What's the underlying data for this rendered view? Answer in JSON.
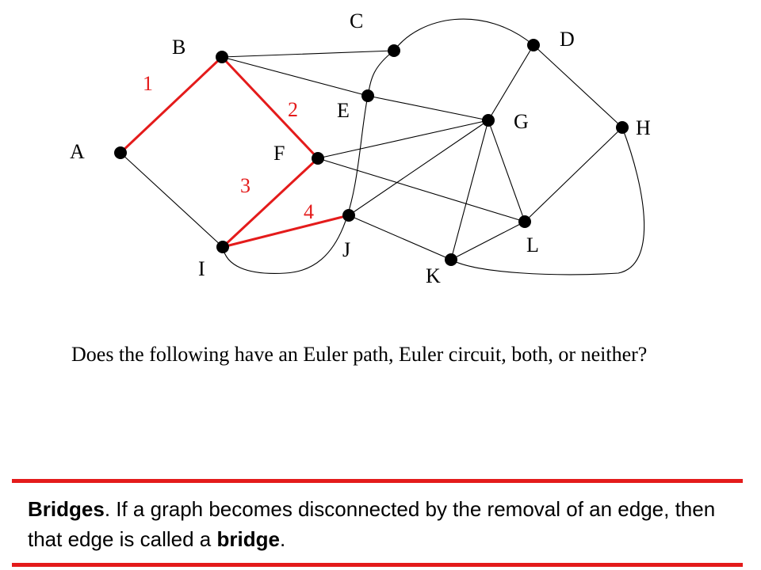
{
  "vertices": [
    {
      "id": "A",
      "label": "A"
    },
    {
      "id": "B",
      "label": "B"
    },
    {
      "id": "C",
      "label": "C"
    },
    {
      "id": "D",
      "label": "D"
    },
    {
      "id": "E",
      "label": "E"
    },
    {
      "id": "F",
      "label": "F"
    },
    {
      "id": "G",
      "label": "G"
    },
    {
      "id": "H",
      "label": "H"
    },
    {
      "id": "I",
      "label": "I"
    },
    {
      "id": "J",
      "label": "J"
    },
    {
      "id": "K",
      "label": "K"
    },
    {
      "id": "L",
      "label": "L"
    }
  ],
  "edges": [
    {
      "from": "A",
      "to": "B",
      "highlighted": true,
      "step": "1"
    },
    {
      "from": "B",
      "to": "F",
      "highlighted": true,
      "step": "2"
    },
    {
      "from": "F",
      "to": "I",
      "highlighted": true,
      "step": "3"
    },
    {
      "from": "I",
      "to": "J",
      "highlighted": true,
      "step": "4"
    },
    {
      "from": "A",
      "to": "I"
    },
    {
      "from": "B",
      "to": "C"
    },
    {
      "from": "C",
      "to": "D"
    },
    {
      "from": "B",
      "to": "E"
    },
    {
      "from": "E",
      "to": "G"
    },
    {
      "from": "D",
      "to": "G"
    },
    {
      "from": "D",
      "to": "H"
    },
    {
      "from": "C",
      "to": "E"
    },
    {
      "from": "E",
      "to": "I"
    },
    {
      "from": "F",
      "to": "G"
    },
    {
      "from": "F",
      "to": "L"
    },
    {
      "from": "J",
      "to": "G"
    },
    {
      "from": "J",
      "to": "K"
    },
    {
      "from": "G",
      "to": "K"
    },
    {
      "from": "G",
      "to": "L"
    },
    {
      "from": "L",
      "to": "H"
    },
    {
      "from": "K",
      "to": "L"
    },
    {
      "from": "K",
      "to": "H"
    }
  ],
  "colors": {
    "highlight": "#e41b1b",
    "edge": "#000000",
    "rule": "#e41b1b"
  },
  "question": "Does the following have an Euler path, Euler circuit, both, or neither?",
  "bridges": {
    "term": "Bridges",
    "text_before": ".  If a graph becomes disconnected by the removal of an edge, then that edge is called a ",
    "emphasis": "bridge",
    "text_after": "."
  }
}
